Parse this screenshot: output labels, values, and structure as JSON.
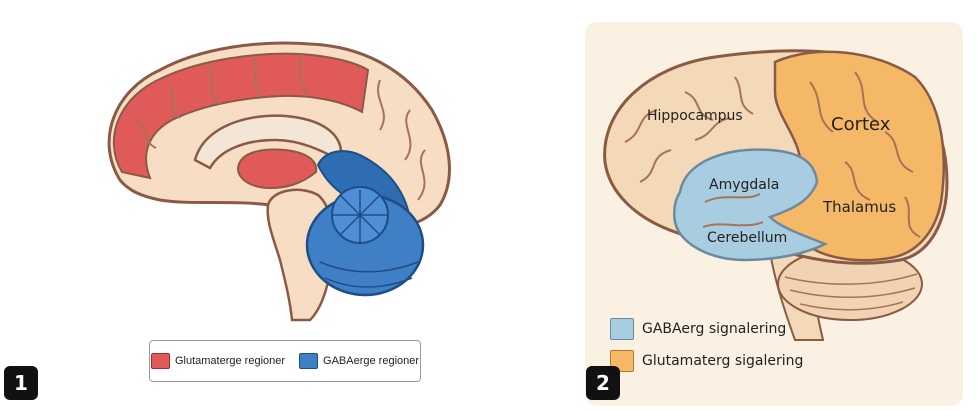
{
  "panel1": {
    "badge": "1",
    "legend": [
      {
        "label": "Glutamaterge regioner",
        "color": "#e05a5a"
      },
      {
        "label": "GABAerge regioner",
        "color": "#3f7fc6"
      }
    ]
  },
  "panel2": {
    "badge": "2",
    "labels": {
      "hippocampus": "Hippocampus",
      "cortex": "Cortex",
      "amygdala": "Amygdala",
      "thalamus": "Thalamus",
      "cerebellum": "Cerebellum"
    },
    "legend": [
      {
        "label": "GABAerg signalering",
        "color": "#a8cce0"
      },
      {
        "label": "Glutamaterg sigalering",
        "color": "#f5b867"
      }
    ]
  },
  "colors": {
    "glutamate_red": "#e05a5a",
    "gaba_blue": "#3f7fc6",
    "brain_beige": "#f6ddc4",
    "outline": "#8a5a44",
    "panel2_bg": "#fbf1e3",
    "panel2_orange": "#f5b867",
    "panel2_lightblue": "#a8cce0"
  }
}
